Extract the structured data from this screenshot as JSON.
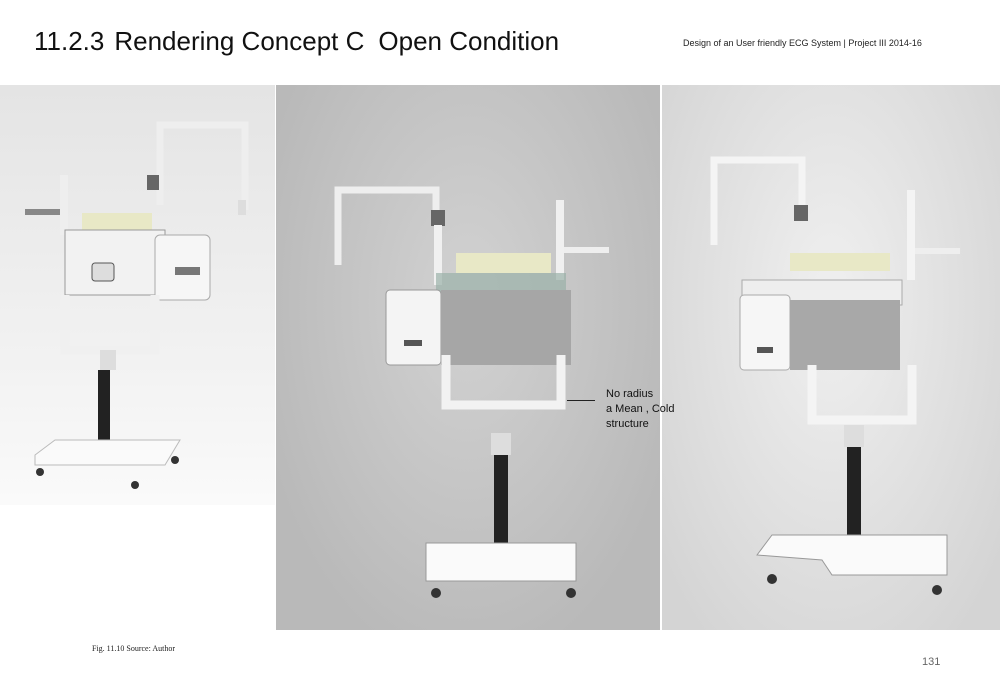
{
  "header": {
    "section_number": "11.2.3",
    "title": "Rendering  Concept C",
    "subtitle": "Open Condition",
    "project": "Design of an User friendly ECG System  |  Project  III  2014-16"
  },
  "annotation": {
    "lines": [
      "No radius",
      "a Mean , Cold",
      "structure"
    ]
  },
  "caption": "Fig. 11.10   Source: Author",
  "page_number": "131"
}
